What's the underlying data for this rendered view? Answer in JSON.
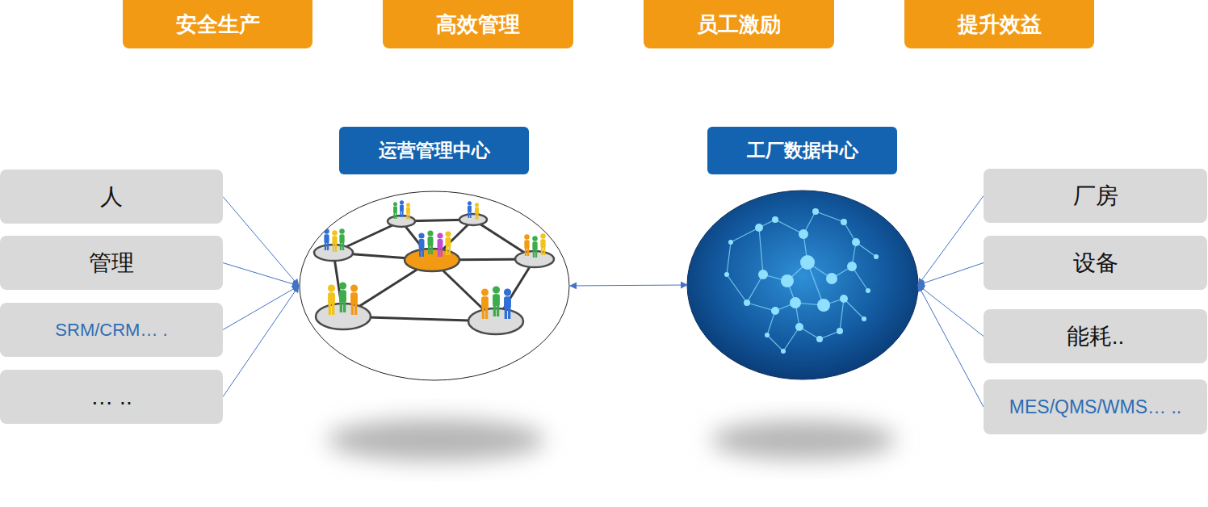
{
  "diagram": {
    "nodes": [
      {
        "text": [
          "安全生产"
        ]
      },
      {
        "text": [
          "高效管理"
        ]
      },
      {
        "text": [
          "员工激励"
        ]
      },
      {
        "text": [
          "提升效益"
        ]
      },
      {
        "text": [
          "人"
        ]
      },
      {
        "text": [
          "管理"
        ]
      },
      {
        "text": [
          "SRM/CRM… ."
        ]
      },
      {
        "text": [
          "… .."
        ]
      },
      {
        "text": [
          "运营管理中心"
        ]
      },
      {
        "text": [
          "工厂数据中心"
        ]
      },
      {
        "text": [
          "厂房"
        ]
      },
      {
        "text": [
          "设备"
        ]
      },
      {
        "text": [
          "能耗.."
        ]
      },
      {
        "text": [
          "MES/QMS/WMS… .."
        ]
      }
    ],
    "edges": [
      {
        "from": 4,
        "to": 8,
        "arrow": "to"
      },
      {
        "from": 5,
        "to": 8,
        "arrow": "to"
      },
      {
        "from": 6,
        "to": 8,
        "arrow": "to"
      },
      {
        "from": 7,
        "to": 8,
        "arrow": "to"
      },
      {
        "from": 8,
        "to": 9,
        "arrow": "both"
      },
      {
        "from": 10,
        "to": 9,
        "arrow": "to"
      },
      {
        "from": 11,
        "to": 9,
        "arrow": "to"
      },
      {
        "from": 12,
        "to": 9,
        "arrow": "to"
      },
      {
        "from": 13,
        "to": 9,
        "arrow": "to"
      }
    ]
  }
}
